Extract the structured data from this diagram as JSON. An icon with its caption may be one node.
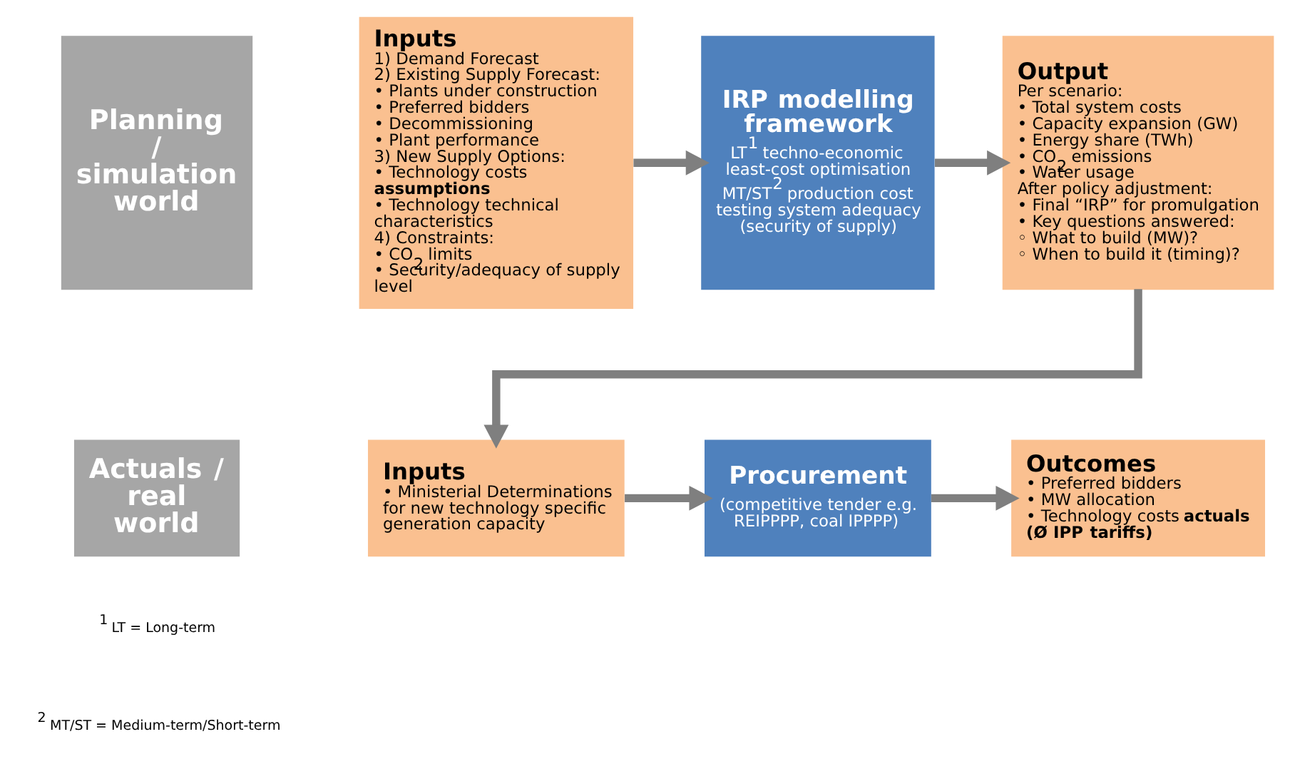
{
  "diagram": {
    "nodes": [
      {
        "text": [
          "Planning / simulation world"
        ]
      },
      {
        "text": [
          "Inputs",
          "1) Demand Forecast",
          "2) Existing Supply Forecast:",
          "• Plants under construction",
          "• Preferred bidders",
          "• Decommissioning",
          "• Plant performance",
          "3) New Supply Options:",
          "• Technology costs **assumptions**",
          "• Technology technical characteristics",
          "4) Constraints:",
          "• CO$_{2}$ limits",
          "• Security/adequacy of supply level"
        ]
      },
      {
        "text": [
          "IRP modelling framework",
          "LT$^{1}$ techno-economic least-cost optimisation",
          "MT/ST$^{2}$ production cost testing system adequacy (security of supply)"
        ]
      },
      {
        "text": [
          "Output",
          "Per scenario:",
          "• Total system costs",
          "• Capacity expansion (GW)",
          "• Energy share (TWh)",
          "• CO$_{2}$ emissions",
          "• Water usage",
          "After policy adjustment:",
          "• Final “IRP” for promulgation",
          "• Key questions answered:",
          "◦ What to build (MW)?",
          "◦ When to build it (timing)?"
        ]
      },
      {
        "text": [
          "Actuals / real world"
        ]
      },
      {
        "text": [
          "Inputs",
          "• Ministerial Determinations for new technology specific generation capacity"
        ]
      },
      {
        "text": [
          "Procurement",
          "(competitive tender e.g. REIPPPP, coal IPPPP)"
        ]
      },
      {
        "text": [
          "Outcomes",
          "• Preferred bidders",
          "• MW allocation",
          "• Technology costs **actuals (Ø IPP tariffs)**"
        ]
      }
    ],
    "edges": [
      {
        "from": 1,
        "to": 2,
        "arrow": "to"
      },
      {
        "from": 2,
        "to": 3,
        "arrow": "to"
      },
      {
        "from": 3,
        "to": 5,
        "arrow": "to"
      },
      {
        "from": 5,
        "to": 6,
        "arrow": "to"
      },
      {
        "from": 6,
        "to": 7,
        "arrow": "to"
      }
    ],
    "labels": [
      "$^{1}$ LT = Long-term",
      "$^{2}$ MT/ST = Medium-term/Short-term"
    ]
  }
}
